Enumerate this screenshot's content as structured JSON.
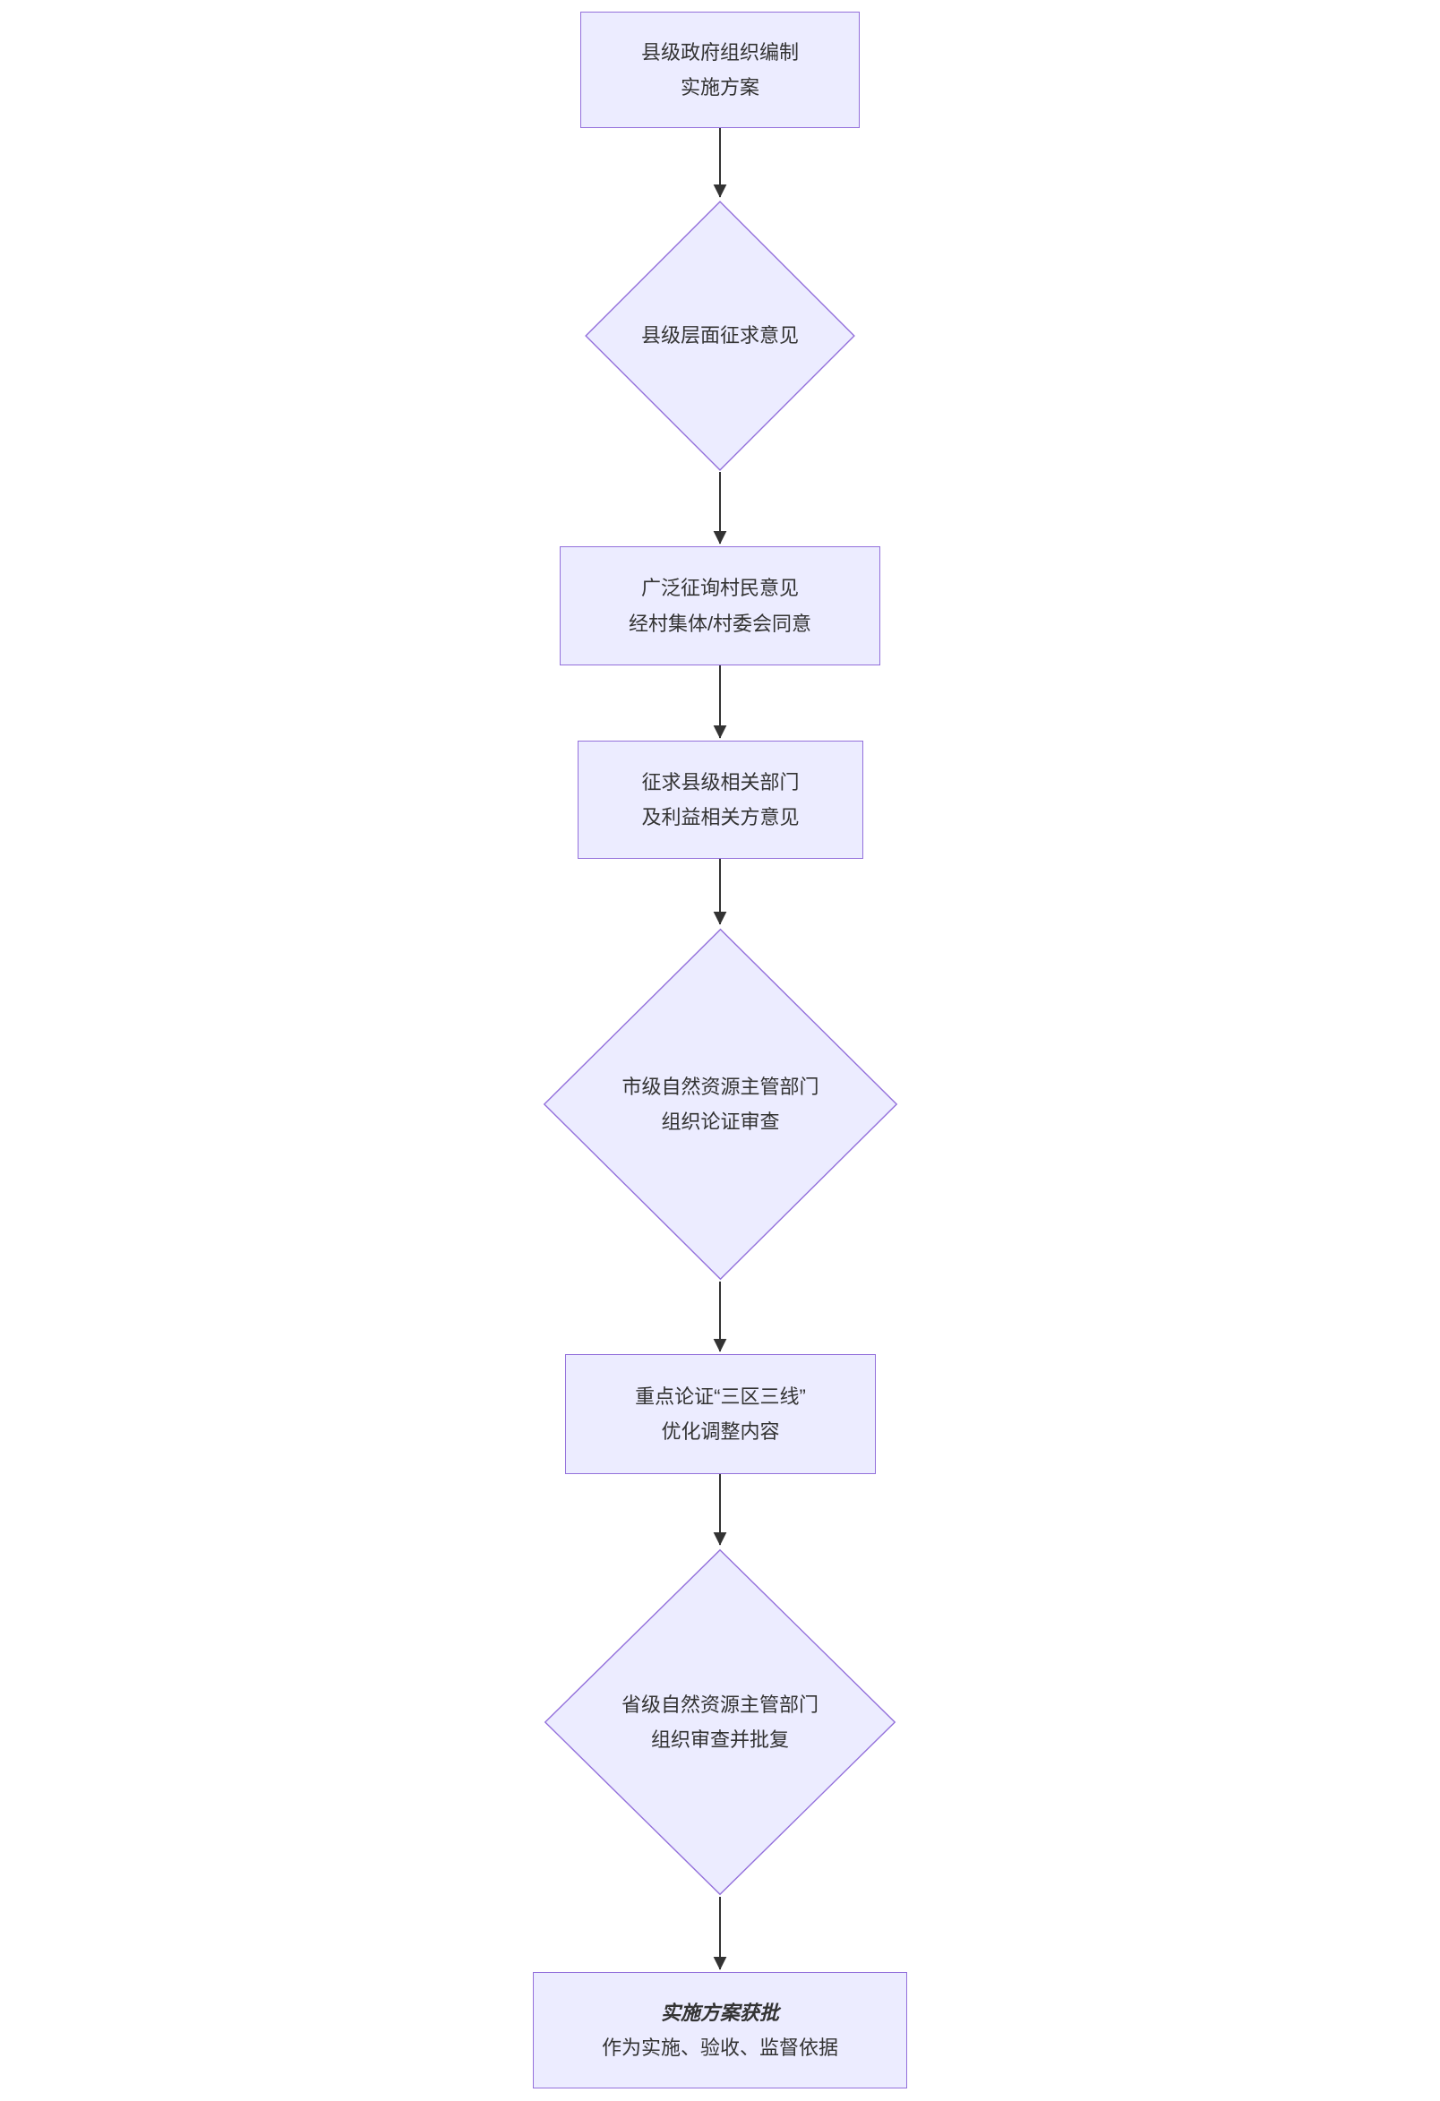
{
  "colors": {
    "node_fill": "#ECECFF",
    "node_border": "#9370DB",
    "text": "#333333",
    "arrow": "#333333",
    "background": "#FFFFFF"
  },
  "flowchart": {
    "nodes": {
      "county_plan": {
        "line1": "县级政府组织编制",
        "line2": "实施方案"
      },
      "county_consult": {
        "line1": "县级层面征求意见"
      },
      "villager_opinion": {
        "line1": "广泛征询村民意见",
        "line2": "经村集体/村委会同意"
      },
      "dept_opinion": {
        "line1": "征求县级相关部门",
        "line2": "及利益相关方意见"
      },
      "city_review": {
        "line1": "市级自然资源主管部门",
        "line2": "组织论证审查"
      },
      "key_review": {
        "line1": "重点论证“三区三线”",
        "line2": "优化调整内容"
      },
      "province_review": {
        "line1": "省级自然资源主管部门",
        "line2": "组织审查并批复"
      },
      "approved": {
        "line1": "实施方案获批",
        "line2": "作为实施、验收、监督依据"
      }
    }
  }
}
